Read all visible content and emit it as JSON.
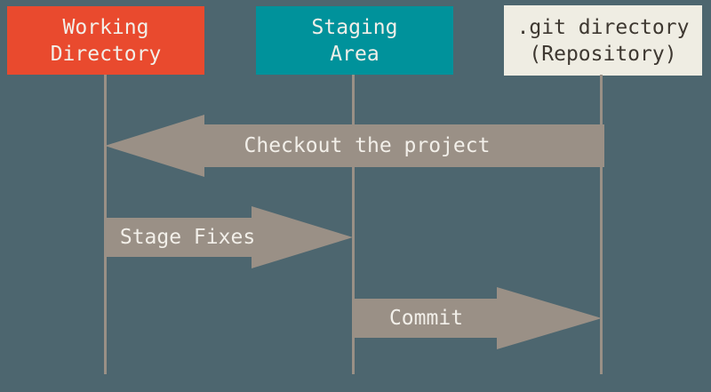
{
  "columns": [
    {
      "id": "working-directory",
      "label_line1": "Working",
      "label_line2": "Directory",
      "box_color": "#E94A2E",
      "text_color": "#F2EFE9"
    },
    {
      "id": "staging-area",
      "label_line1": "Staging",
      "label_line2": "Area",
      "box_color": "#00929B",
      "text_color": "#F2EFE9"
    },
    {
      "id": "git-directory",
      "label_line1": ".git directory",
      "label_line2": "(Repository)",
      "box_color": "#EFEDE3",
      "text_color": "#3E3831"
    }
  ],
  "arrows": [
    {
      "id": "checkout",
      "label": "Checkout the project",
      "direction": "left"
    },
    {
      "id": "stage-fixes",
      "label": "Stage Fixes",
      "direction": "right"
    },
    {
      "id": "commit",
      "label": "Commit",
      "direction": "right"
    }
  ],
  "colors": {
    "background": "#4D666F",
    "arrow": "#9A9086",
    "lifeline": "#9A9086",
    "arrow_text": "#F2EFE9"
  }
}
